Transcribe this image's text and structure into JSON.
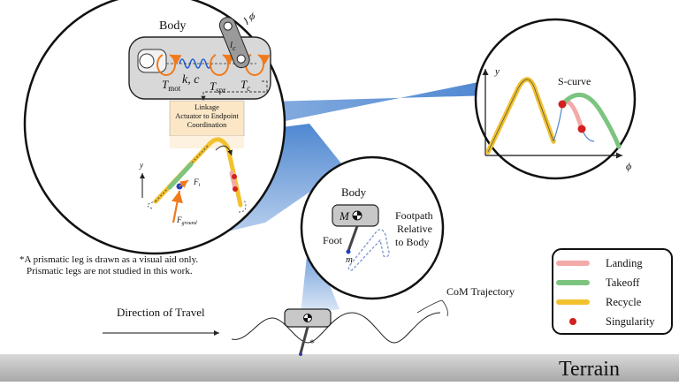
{
  "body_label": "Body",
  "phi_label": "ϕ",
  "lc_label": "l",
  "lc_sub": "c",
  "kc_label": "k, c",
  "tmot_label": "T",
  "tmot_sub": "mot",
  "tspr_label": "T",
  "tspr_sub": "spr",
  "tc_label": "T",
  "tc_sub": "c",
  "linkage_line1": "Linkage",
  "linkage_line2": "Actuator to Endpoint",
  "linkage_line3": "Coordination",
  "y_axis_small": "y",
  "fi_label": "F",
  "fi_sub": "i",
  "fground_label": "F",
  "fground_sub": "ground",
  "footnote_line1": "*A prismatic leg is drawn as a visual aid only.",
  "footnote_line2": "Prismatic legs are not studied in this work.",
  "mid_body_label": "Body",
  "mass_label": "M",
  "foot_label": "Foot",
  "foot_mass_label": "m",
  "footpath_line1": "Footpath",
  "footpath_line2": "Relative",
  "footpath_line3": "to Body",
  "scurve_label": "S-curve",
  "scurve_y_label": "y",
  "scurve_x_label": "ϕ",
  "direction_label": "Direction of Travel",
  "com_label": "CoM Trajectory",
  "star_label": "*",
  "terrain_label": "Terrain",
  "legend": [
    {
      "label": "Landing",
      "color": "#f4a9a9"
    },
    {
      "label": "Takeoff",
      "color": "#7cc47f"
    },
    {
      "label": "Recycle",
      "color": "#f2c12e"
    },
    {
      "label": "Singularity",
      "color": "#d42020"
    }
  ],
  "colors": {
    "landing": "#f4a9a9",
    "takeoff": "#7cc47f",
    "recycle": "#f2c12e",
    "singularity": "#d42020",
    "spring": "#1f5fd6",
    "torque": "#f07a1c",
    "beam": "#2f72c9",
    "linkage_box": "#fbe7c6",
    "terrain": "#c8c8c8"
  }
}
